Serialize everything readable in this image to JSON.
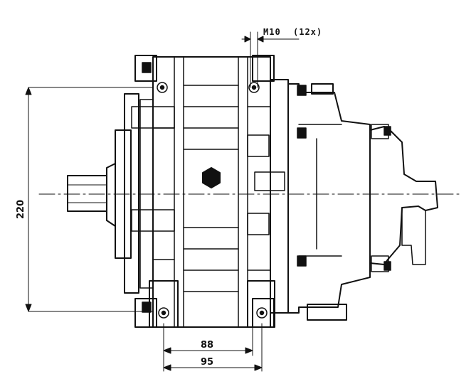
{
  "drawing": {
    "callout_thread": "M10",
    "callout_qty": "(12x)",
    "dim_height": "220",
    "dim_spacing_inner": "88",
    "dim_spacing_outer": "95",
    "colors": {
      "ink": "#111111",
      "paper": "#ffffff"
    }
  }
}
